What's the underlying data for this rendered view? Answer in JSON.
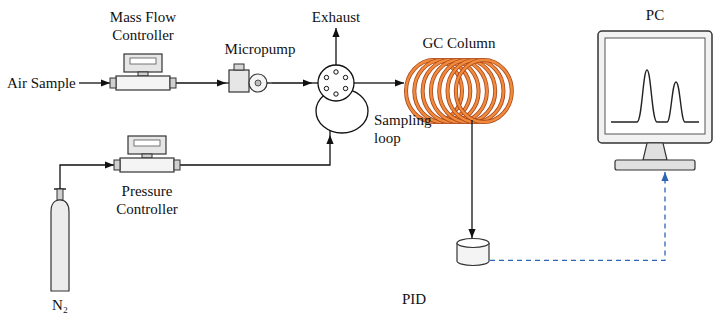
{
  "diagram": {
    "nodes": [
      {
        "text": [
          "Air Sample"
        ]
      },
      {
        "text": [
          "Mass Flow Controller"
        ]
      },
      {
        "text": [
          "Micropump"
        ]
      },
      {
        "text": [
          "Exhaust"
        ]
      },
      {
        "text": [
          "Sampling loop"
        ]
      },
      {
        "text": [
          "GC Column"
        ]
      },
      {
        "text": [
          "PC"
        ]
      },
      {
        "text": [
          "N₂"
        ]
      },
      {
        "text": [
          "Pressure Controller"
        ]
      },
      {
        "text": [
          "PID"
        ]
      }
    ],
    "edges": [
      {
        "from": 0,
        "to": 1,
        "arrow": "to"
      },
      {
        "from": 1,
        "to": 2,
        "arrow": "to"
      },
      {
        "from": 2,
        "to": 4,
        "arrow": "to"
      },
      {
        "from": 4,
        "to": 3,
        "arrow": "to"
      },
      {
        "from": 4,
        "to": 5,
        "arrow": "to"
      },
      {
        "from": 7,
        "to": 8,
        "arrow": "to"
      },
      {
        "from": 8,
        "to": 4,
        "arrow": "to"
      },
      {
        "from": 5,
        "to": 9,
        "arrow": "to"
      },
      {
        "from": 9,
        "to": 6,
        "arrow": "to"
      }
    ]
  }
}
